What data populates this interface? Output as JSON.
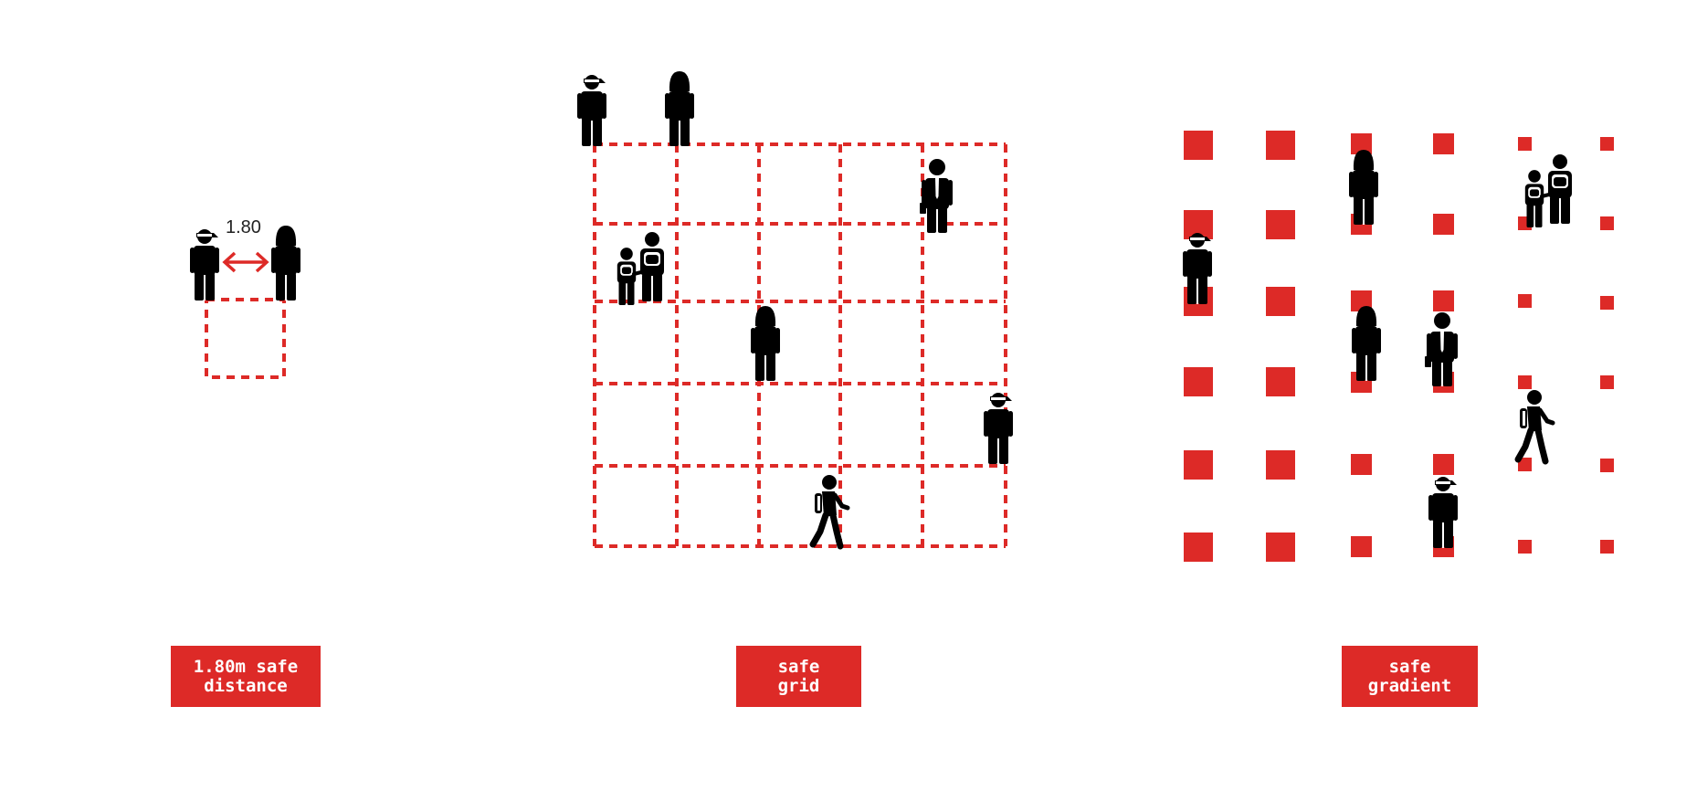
{
  "colors": {
    "accent": "#dd2a27",
    "figure": "#000000",
    "background": "#ffffff"
  },
  "distance_label": "1.80",
  "panels": [
    {
      "id": "safe-distance",
      "label_line1": "1.80m safe",
      "label_line2": "distance"
    },
    {
      "id": "safe-grid",
      "label_line1": "safe",
      "label_line2": "grid"
    },
    {
      "id": "safe-gradient",
      "label_line1": "safe",
      "label_line2": "gradient"
    }
  ],
  "icons": [
    "person-cap-icon",
    "person-woman-icon",
    "person-businessman-icon",
    "children-backpack-icon",
    "person-walking-backpack-icon",
    "double-arrow-icon"
  ]
}
